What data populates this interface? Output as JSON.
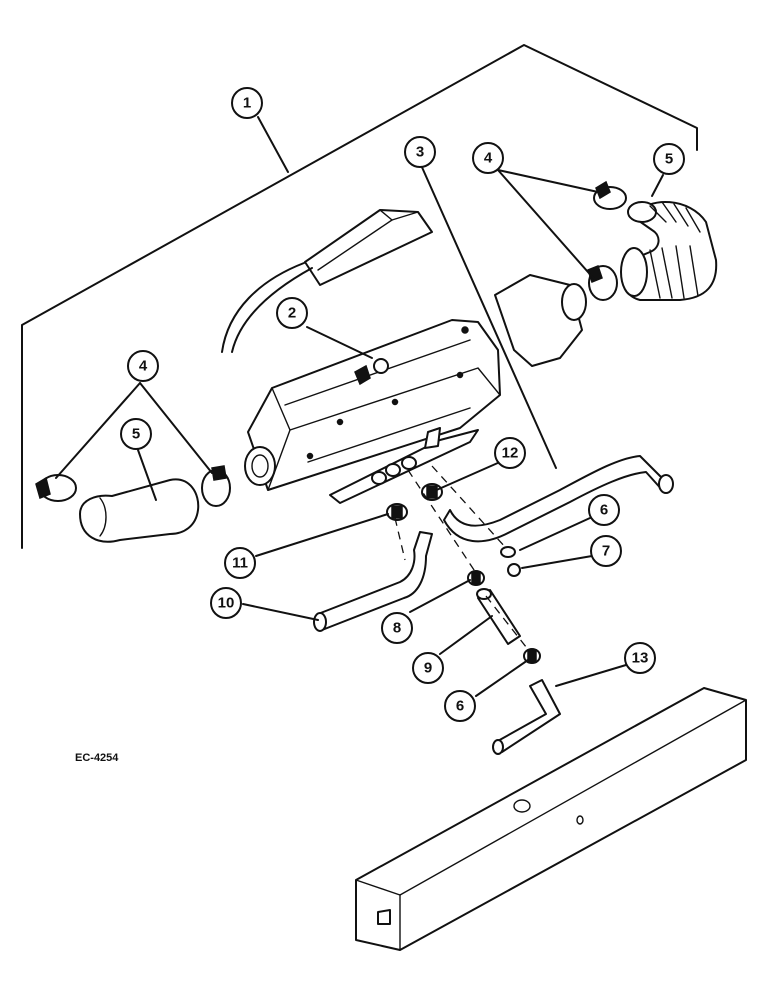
{
  "drawing_ref": "EC-4254",
  "callouts": [
    {
      "key": "c1",
      "label": "1"
    },
    {
      "key": "c2",
      "label": "2"
    },
    {
      "key": "c3",
      "label": "3"
    },
    {
      "key": "c4a",
      "label": "4"
    },
    {
      "key": "c5a",
      "label": "5"
    },
    {
      "key": "c4b",
      "label": "4"
    },
    {
      "key": "c5b",
      "label": "5"
    },
    {
      "key": "c6a",
      "label": "6"
    },
    {
      "key": "c7",
      "label": "7"
    },
    {
      "key": "c8",
      "label": "8"
    },
    {
      "key": "c9",
      "label": "9"
    },
    {
      "key": "c10",
      "label": "10"
    },
    {
      "key": "c11",
      "label": "11"
    },
    {
      "key": "c12",
      "label": "12"
    },
    {
      "key": "c6b",
      "label": "6"
    },
    {
      "key": "c13",
      "label": "13"
    }
  ]
}
